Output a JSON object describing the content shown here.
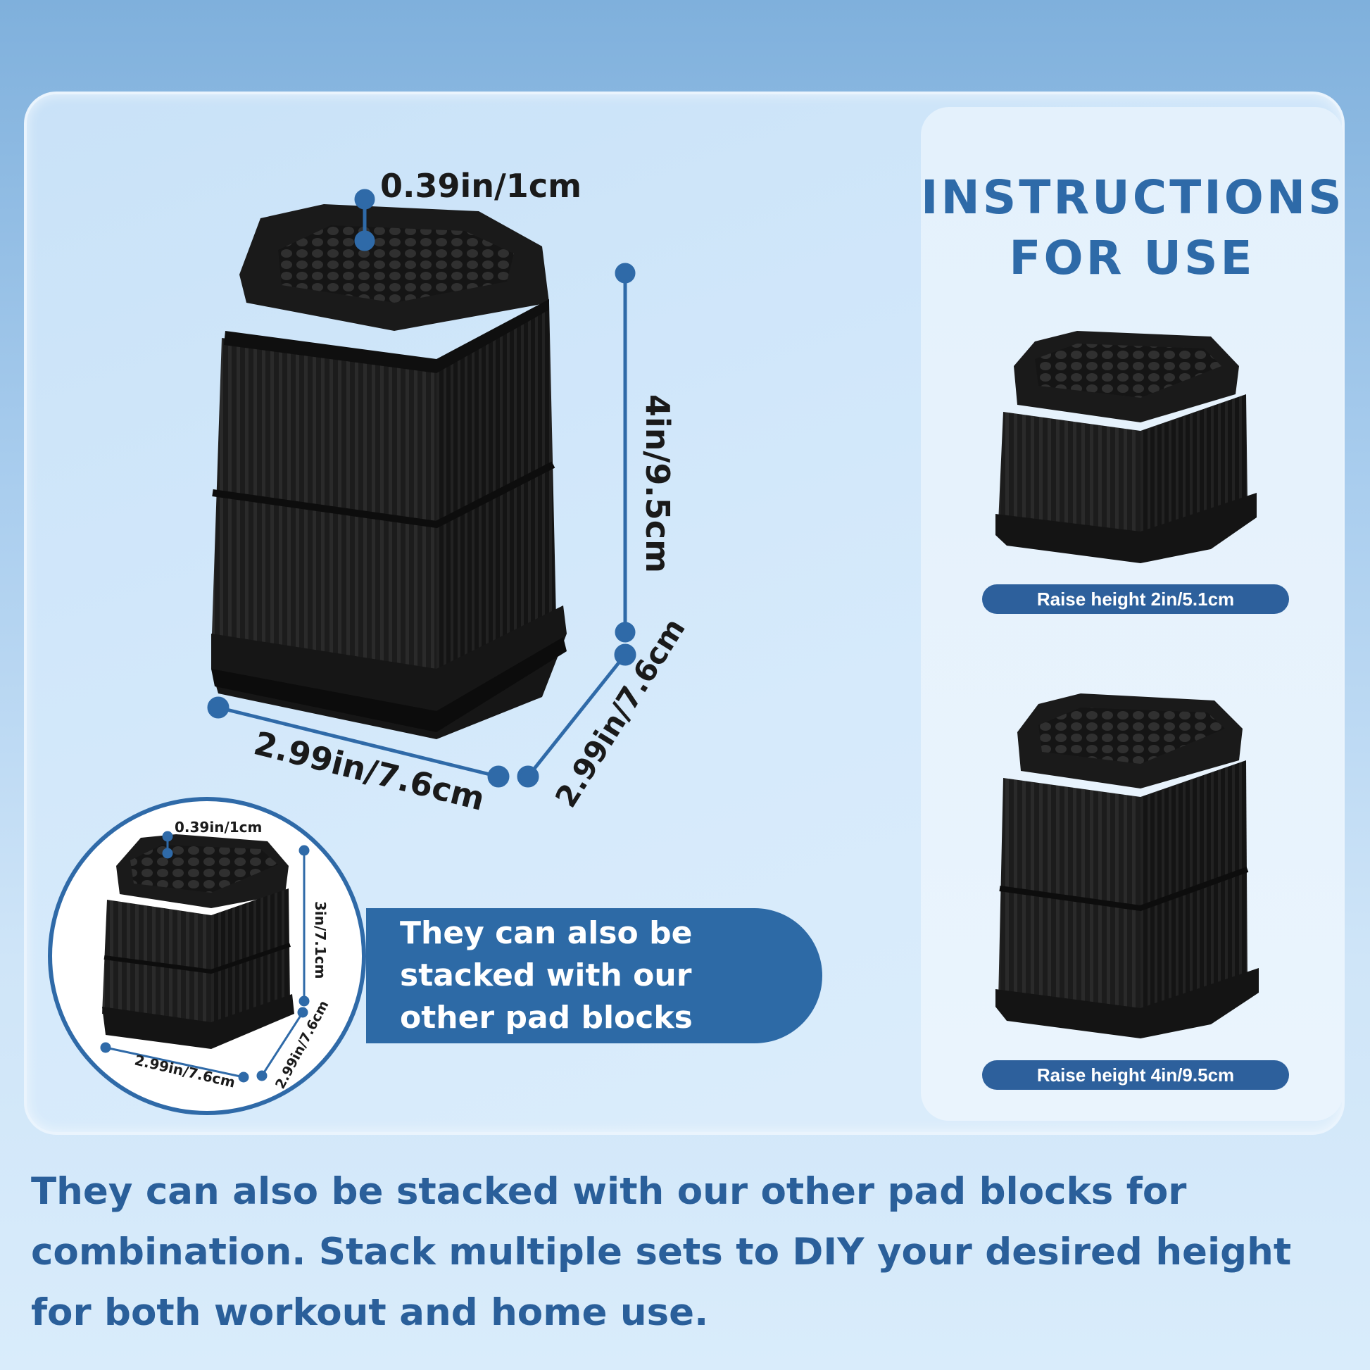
{
  "main_block": {
    "top_lip": "0.39in/1cm",
    "height": "4in/9.5cm",
    "width": "2.99in/7.6cm",
    "depth": "2.99in/7.6cm"
  },
  "inset_block": {
    "top_lip": "0.39in/1cm",
    "height": "3in/7.1cm",
    "width": "2.99in/7.6cm",
    "depth": "2.99in/7.6cm"
  },
  "stack_callout": "They can also be stacked with our other pad blocks",
  "instructions": {
    "title_line1": "INSTRUCTIONS",
    "title_line2": "FOR USE",
    "small_label": "Raise height 2in/5.1cm",
    "large_label": "Raise height 4in/9.5cm"
  },
  "bottom_caption": "They can also be stacked with our other pad blocks for combination. Stack multiple sets to DIY your desired height for both workout and home use.",
  "colors": {
    "accent": "#2d609c",
    "heading": "#2e6aa8",
    "product": "#1b1b1b"
  }
}
